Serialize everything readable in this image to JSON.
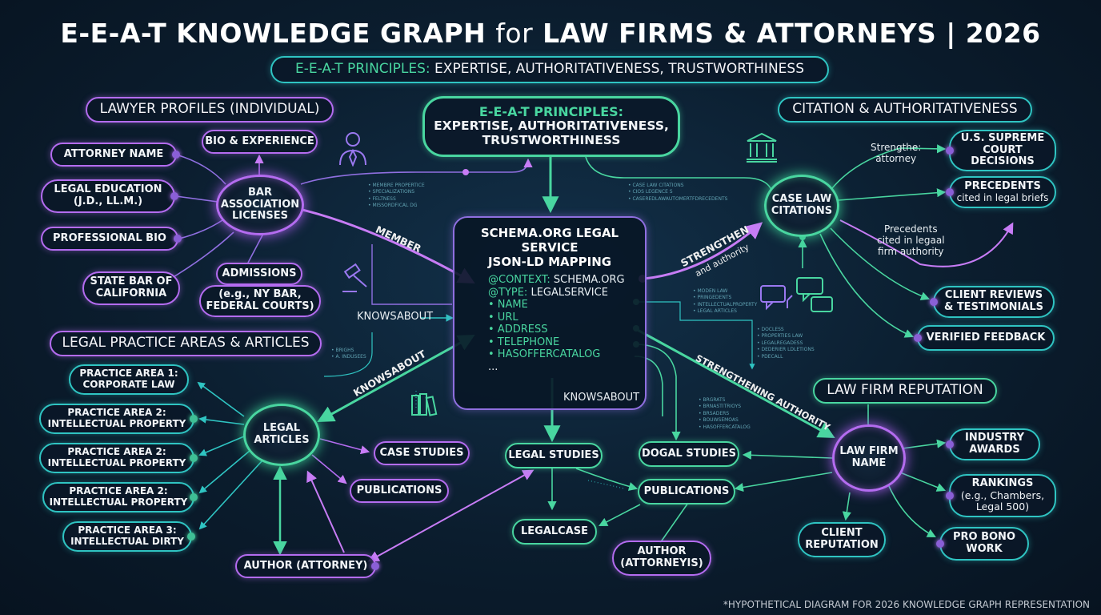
{
  "title": {
    "part1": "E-E-A-T KNOWLEDGE GRAPH ",
    "part2": "for",
    "part3": " LAW FIRMS & ATTORNEYS | 2026"
  },
  "principles_banner": {
    "accent": "E-E-A-T PRINCIPLES:",
    "rest": " EXPERTISE, AUTHORITATIVENESS, TRUSTWORTHINESS"
  },
  "principles_center": {
    "line1": "E-E-A-T PRINCIPLES:",
    "line2": "EXPERTISE, AUTHORITATIVENESS,\nTRUSTWORTHINESS"
  },
  "sections": {
    "lawyer_profiles": "LAWYER PROFILES (INDIVIDUAL)",
    "practice_areas": "LEGAL PRACTICE AREAS & ARTICLES",
    "citation": "CITATION & AUTHORITATIVENESS",
    "reputation": "LAW FIRM REPUTATION"
  },
  "lawyer": {
    "attorney_name": "ATTORNEY NAME",
    "legal_education": "LEGAL EDUCATION\n(J.D., LL.M.)",
    "professional_bio": "PROFESSIONAL BIO",
    "state_bar": "STATE BAR OF\nCALIFORNIA",
    "bio_experience": "BIO & EXPERIENCE",
    "hub": "BAR\nASSOCIATION\nLICENSES",
    "admissions": "ADMISSIONS",
    "admissions_detail": "(e.g., NY BAR,\nFEDERAL COURTS)"
  },
  "practice": {
    "items": [
      "PRACTICE AREA 1:\nCORPORATE LAW",
      "PRACTICE AREA 2:\nINTELLECTUAL PROPERTY",
      "PRACTICE AREA 2:\nINTELLECTUAL PROPERTY",
      "PRACTICE AREA 2:\nINTELLECTUAL PROPERTY",
      "PRACTICE AREA 3:\nINTELLECTUAL DIRTY"
    ],
    "hub": "LEGAL\nARTICLES",
    "case_studies": "CASE STUDIES",
    "publications": "PUBLICATIONS",
    "author": "AUTHOR (ATTORNEY)"
  },
  "schema": {
    "heading": "SCHEMA.ORG LEGAL SERVICE\nJSON-LD MAPPING",
    "context_key": "@CONTEXT:",
    "context_val": " SCHEMA.ORG",
    "type_key": "@TYPE:",
    "type_val": " LEGALSERVICE",
    "props": [
      "• NAME",
      "• URL",
      "• ADDRESS",
      "• TELEPHONE",
      "• HASOFFERCATALOG"
    ],
    "ellipsis": "..."
  },
  "center_nodes": {
    "legal_studies": "LEGAL STUDIES",
    "legalcase": "LEGALCASE",
    "dogal_studies": "DOGAL STUDIES",
    "publications": "PUBLICATIONS",
    "author": "AUTHOR\n(ATTORNEYIS)"
  },
  "edge_labels": {
    "member": "MEMBER",
    "knowsabout_left": "KNOWSABOUT",
    "knowsabout_diag": "KNOWSABOUT",
    "knowsabout_bottom": "KNOWSABOUT",
    "strengthen": "STRENGTHEN",
    "and_authority": "and authority",
    "strengthening_authority": "STRENGTHENING AUTHORITY",
    "strengthe_attorney": "Strengthe:\nattorney",
    "precedents_note": "Precedents\ncited in legaal\nfirm authority"
  },
  "citation": {
    "hub": "CASE LAW\nCITATIONS",
    "supreme": "U.S. SUPREME\nCOURT\nDECISIONS",
    "precedents_title": "PRECEDENTS",
    "precedents_sub": "cited in legal briefs",
    "reviews": "CLIENT REVIEWS\n& TESTIMONIALS",
    "verified": "VERIFIED FEEDBACK"
  },
  "reputation": {
    "hub": "LAW FIRM\nNAME",
    "awards": "INDUSTRY\nAWARDS",
    "rankings_title": "RANKINGS",
    "rankings_sub": "(e.g., Chambers,\nLegal 500)",
    "client_reputation": "CLIENT\nREPUTATION",
    "pro_bono": "PRO BONO\nWORK"
  },
  "micro_text": {
    "a": "• MEMBRE PROPERTICE\n• SPECIALIZATIONS\n• FELTNESS\n• MISSORDFICAL DG",
    "b": "• CASE LAW CITATIONS\n• CIOS LEGENCE S\n• CASEREDLAWAUTOMERTFDRECEDENTS",
    "c": "• BRIGHS\n• A. INDUSEES",
    "d": "• MODEN LAW\n• PRINGEDENTS\n• INTELLECTUALPROPERTY\n• LEGAL ARTICLES",
    "e": "• DOCLESS\n• PROPERTIES LAW\n• LEGALREGADESS\n• DEDERIER LDLETIONS\n• PDECALL",
    "f": "• BRGRATS\n• BRNASTITRIOYS\n• BRSADERS\n• BOUWSEMOAS\n• HASOFFERCATALOG"
  },
  "footnote": "*HYPOTHETICAL DIAGRAM FOR 2026 KNOWLEDGE GRAPH REPRESENTATION",
  "colors": {
    "green": "#49d6a0",
    "purple": "#b46cf0",
    "teal": "#2fc4c2",
    "background": "#0b1d2e"
  },
  "icons": [
    "attorney-person-icon",
    "courthouse-icon",
    "gavel-icon",
    "law-books-icon",
    "chat-bubbles-icon"
  ]
}
